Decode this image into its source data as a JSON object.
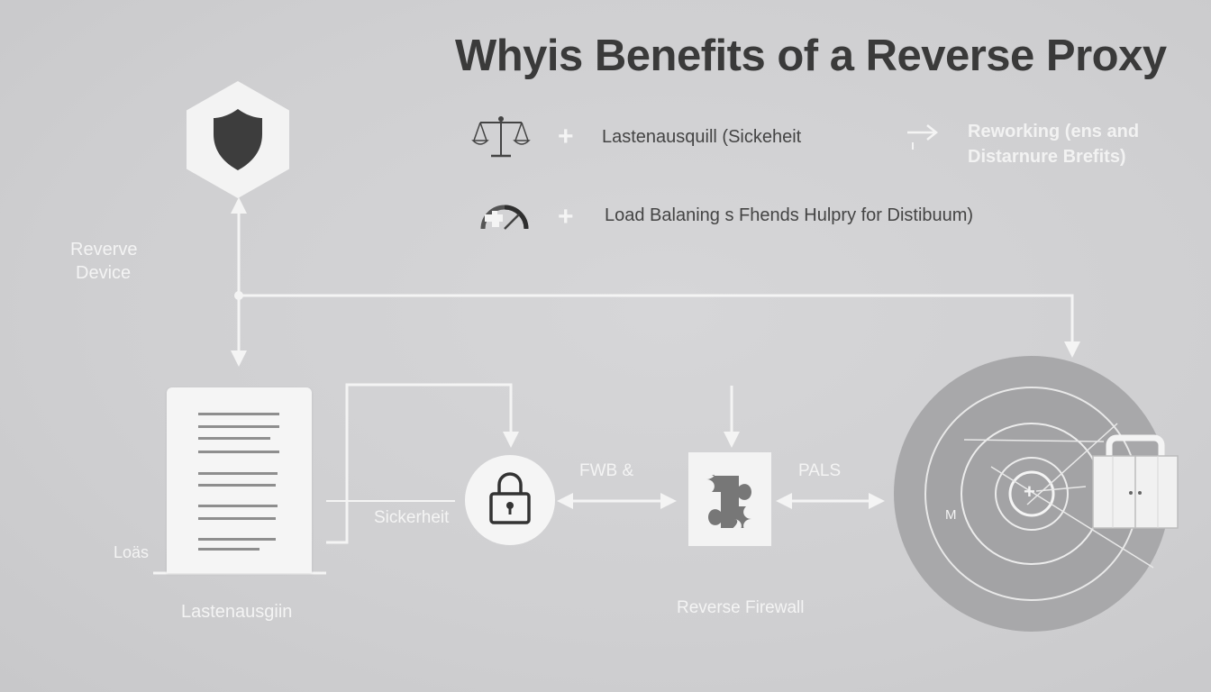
{
  "title": "Whyis Benefits of a Reverse Proxy",
  "benefits": [
    {
      "icon": "scale-icon",
      "plus": "+",
      "text": "Lastenausquill (Sickeheit"
    },
    {
      "icon": "gauge-icon",
      "plus": "+",
      "text": "Load Balaning s Fhends Hulpry for Distibuum)"
    }
  ],
  "side_note": {
    "icon": "arrow-right-icon",
    "line1": "Reworking (ens and",
    "line2": "Distarnure Brefits)"
  },
  "diagram": {
    "reverse_device_label_line1": "Reverve",
    "reverse_device_label_line2": "Device",
    "document_label": "Lastenausgiin",
    "log_label": "Loäs",
    "lock_label": "Sickerheit",
    "fwb_label": "FWB &",
    "pals_label": "PALS",
    "firewall_label": "Reverse Firewall",
    "target_marks": [
      "M",
      "+"
    ]
  },
  "colors": {
    "background": "#d0d0d2",
    "foreground": "#f4f4f4",
    "shield": "#3d3d3d",
    "title": "#3a3a3a",
    "target_ring": "#a7a7a9"
  }
}
